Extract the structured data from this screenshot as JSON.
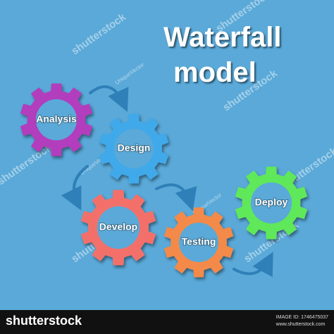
{
  "title": {
    "line1": "Waterfall",
    "line2": "model"
  },
  "gears": [
    {
      "label": "Analysis",
      "color": "#b23cbd"
    },
    {
      "label": "Design",
      "color": "#3fa9ea"
    },
    {
      "label": "Develop",
      "color": "#f3706b"
    },
    {
      "label": "Testing",
      "color": "#f48a4a"
    },
    {
      "label": "Deploy",
      "color": "#5fe85a"
    }
  ],
  "arrow_color": "#2f80b8",
  "watermarks": {
    "brand": "shutterstock",
    "author": "UniqueVector"
  },
  "footer": {
    "brand": "shutterstock",
    "image_id": "IMAGE ID: 1746475037",
    "site": "www.shutterstock.com"
  }
}
